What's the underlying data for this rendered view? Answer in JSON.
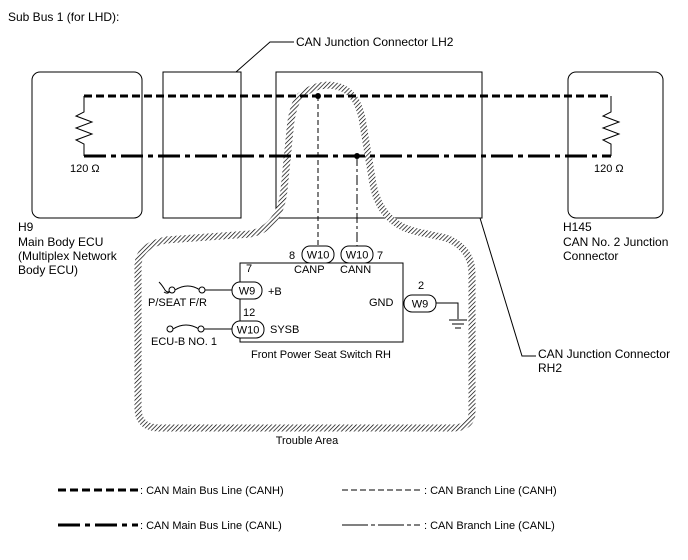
{
  "title": "Sub Bus 1 (for LHD):",
  "labels": {
    "lh2": "CAN Junction Connector LH2",
    "rh2_line1": "CAN Junction Connector",
    "rh2_line2": "RH2",
    "h9_code": "H9",
    "h9_line1": "Main Body ECU",
    "h9_line2": "(Multiplex Network",
    "h9_line3": "Body ECU)",
    "h145_code": "H145",
    "h145_line1": "CAN No. 2 Junction",
    "h145_line2": "Connector",
    "res_left": "120 Ω",
    "res_right": "120 Ω",
    "trouble_area": "Trouble Area"
  },
  "switch": {
    "name": "Front Power Seat Switch RH",
    "pins": {
      "canp_num": "8",
      "canp_conn": "W10",
      "canp_name": "CANP",
      "cann_num": "7",
      "cann_conn": "W10",
      "cann_name": "CANN",
      "b_num": "7",
      "b_conn": "W9",
      "b_name": "+B",
      "sysb_num": "12",
      "sysb_conn": "W10",
      "sysb_name": "SYSB",
      "gnd_num": "2",
      "gnd_conn": "W9",
      "gnd_name": "GND"
    },
    "fuses": {
      "pseat": "P/SEAT F/R",
      "ecub": "ECU-B NO. 1"
    }
  },
  "legend": {
    "canh_main": ": CAN Main Bus Line (CANH)",
    "canh_branch": ": CAN Branch Line (CANH)",
    "canl_main": ": CAN Main Bus Line (CANL)",
    "canl_branch": ": CAN Branch Line (CANL)"
  }
}
